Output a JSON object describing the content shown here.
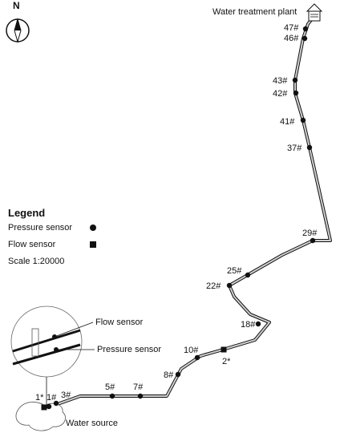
{
  "compass": {
    "north_label": "N",
    "icon": "compass-icon"
  },
  "legend": {
    "title": "Legend",
    "items": [
      {
        "label": "Pressure sensor",
        "symbol": "filled-circle"
      },
      {
        "label": "Flow sensor",
        "symbol": "filled-square"
      }
    ],
    "scale": "Scale 1:20000"
  },
  "places": {
    "plant": "Water treatment plant",
    "source": "Water source"
  },
  "inset": {
    "flow_label": "Flow sensor",
    "pressure_label": "Pressure sensor"
  },
  "nodes": [
    {
      "label": "47#"
    },
    {
      "label": "46#"
    },
    {
      "label": "43#"
    },
    {
      "label": "42#"
    },
    {
      "label": "41#"
    },
    {
      "label": "37#"
    },
    {
      "label": "29#"
    },
    {
      "label": "25#"
    },
    {
      "label": "22#"
    },
    {
      "label": "18#"
    },
    {
      "label": "10#"
    },
    {
      "label": "2*"
    },
    {
      "label": "8#"
    },
    {
      "label": "7#"
    },
    {
      "label": "5#"
    },
    {
      "label": "3#"
    },
    {
      "label": "1#"
    },
    {
      "label": "1*"
    }
  ],
  "colors": {
    "pipe": "#111111",
    "pipe_fill": "#cfcfcf",
    "marker": "#111111"
  }
}
